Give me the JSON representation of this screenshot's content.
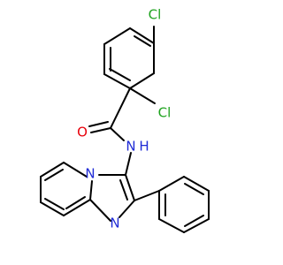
{
  "colors": {
    "bond": "#000000",
    "carbon": "#000000",
    "chlorine": "#1fa31f",
    "oxygen": "#e8000b",
    "nitrogen": "#1f2bd6"
  },
  "labels": {
    "cl_top": "Cl",
    "cl_right": "Cl",
    "oxygen": "O",
    "amide_n": "N",
    "amide_h": "H",
    "bridge_n": "N",
    "imine_n": "N"
  }
}
